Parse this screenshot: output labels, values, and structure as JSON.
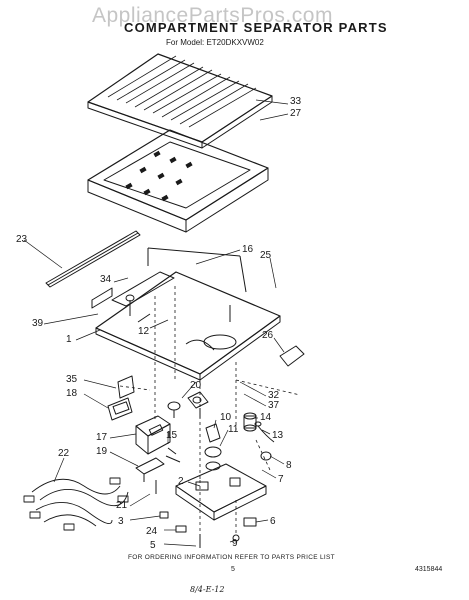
{
  "watermark": "AppliancePartsPros.com",
  "header": {
    "title": "COMPARTMENT SEPARATOR PARTS",
    "subtitle": "For Model: ET20DKXVW02"
  },
  "callouts": [
    "33",
    "27",
    "16",
    "25",
    "23",
    "34",
    "39",
    "12",
    "1",
    "26",
    "35",
    "18",
    "20",
    "32",
    "37",
    "14",
    "13",
    "17",
    "15",
    "10",
    "11",
    "19",
    "22",
    "8",
    "7",
    "2",
    "21",
    "3",
    "6",
    "24",
    "9",
    "5"
  ],
  "footer": {
    "ordering_note": "FOR ORDERING INFORMATION REFER TO PARTS PRICE LIST",
    "page_number": "5",
    "document_number": "4315844",
    "handwritten_note": "8/4-E-12"
  }
}
